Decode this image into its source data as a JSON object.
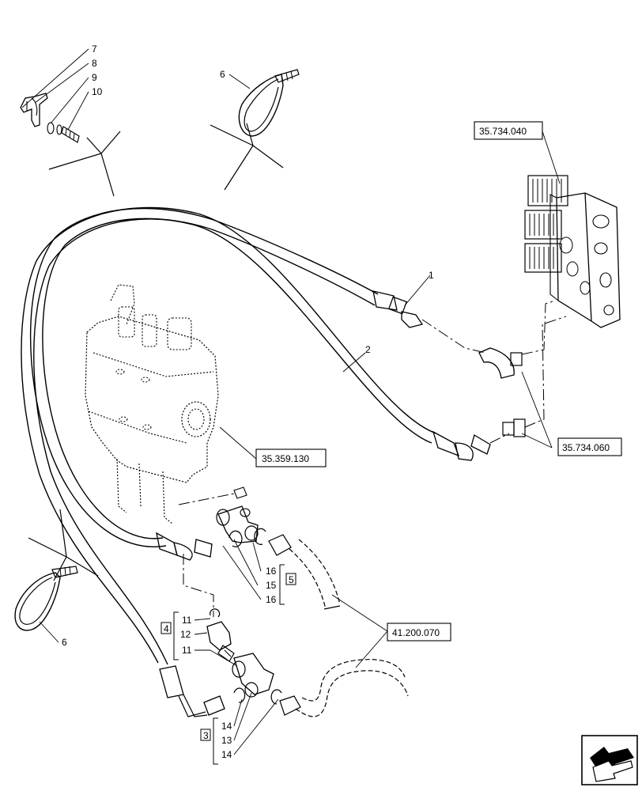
{
  "callouts": {
    "c1": "1",
    "c2": "2",
    "c6a": "6",
    "c6b": "6",
    "c7": "7",
    "c8": "8",
    "c9": "9",
    "c10": "10",
    "c11a": "11",
    "c11b": "11",
    "c12": "12",
    "c13": "13",
    "c14a": "14",
    "c14b": "14",
    "c15": "15",
    "c16a": "16",
    "c16b": "16"
  },
  "kits": {
    "k3": "3",
    "k4": "4",
    "k5": "5"
  },
  "refs": {
    "r_valve_block": "35.734.040",
    "r_connectors": "35.734.060",
    "r_control_valve": "35.359.130",
    "r_hoses": "41.200.070"
  },
  "icons": {
    "nav": "previous-page-arrow-icon"
  }
}
